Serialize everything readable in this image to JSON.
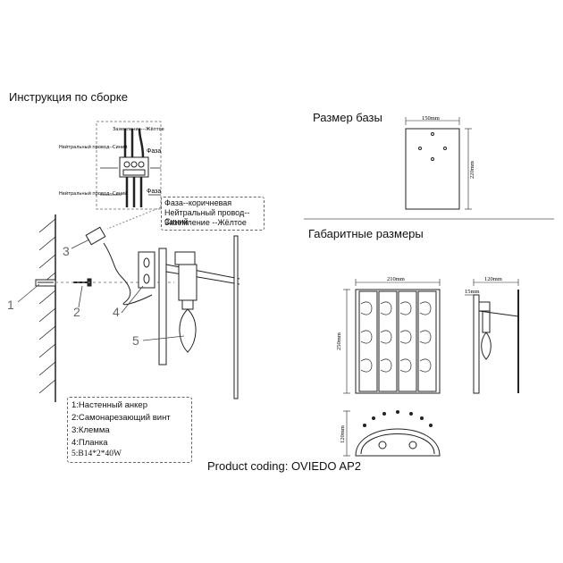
{
  "title": "Инструкция по сборке",
  "base_size_title": "Размер базы",
  "overall_dims_title": "Габаритные размеры",
  "product_coding": "Product coding: OVIEDO AP2",
  "wiring_top": {
    "neutral_label": "Нейтральный провод--Синий",
    "phase_label": "Фаза",
    "small_label": "Заземление---Жёлтое"
  },
  "wiring_bottom": {
    "neutral_label": "Нейтральный провод--Синий",
    "phase_label": "Фаза"
  },
  "wire_legend": [
    "Фаза--коричневая",
    "Нейтральный провод--Синий",
    "Заземление --Жёлтое"
  ],
  "callouts": [
    "1",
    "2",
    "3",
    "4",
    "5"
  ],
  "parts_legend": [
    "1:Настенный анкер",
    "2:Самонарезающий винт",
    "3:Клемма",
    "4:Планка",
    "5:B14*2*40W"
  ],
  "dimensions": {
    "base_width": "150mm",
    "base_height": "220mm",
    "overall_width": "210mm",
    "overall_height": "250mm",
    "side_depth": "120mm",
    "side_offset": "15mm",
    "top_depth": "120mm"
  }
}
